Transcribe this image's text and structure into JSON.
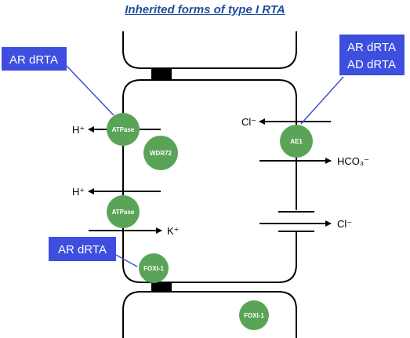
{
  "title": "Inherited forms of type I RTA",
  "labels": {
    "ar_drta_top_left": "AR dRTA",
    "ar_drta_right_line1": "AR dRTA",
    "ar_drta_right_line2": "AD dRTA",
    "ar_drta_bottom_left": "AR dRTA"
  },
  "transporters": {
    "atpase_top": "ATPase",
    "wdr72": "WDR72",
    "atpase_bottom": "ATPase",
    "foxi1_cell": "FOXI-1",
    "ae1": "AE1",
    "foxi1_lower": "FOXI-1"
  },
  "ions": {
    "h_top": "H⁺",
    "h_bottom": "H⁺",
    "k": "K⁺",
    "cl_top": "Cl⁻",
    "hco3": "HCO₃⁻",
    "cl_bottom": "Cl⁻"
  },
  "colors": {
    "title": "#1f4e9a",
    "label_box": "#3e4fe0",
    "connector": "#3d52d5",
    "circle": "#5aa457",
    "line": "#000000",
    "junction": "#000000"
  }
}
